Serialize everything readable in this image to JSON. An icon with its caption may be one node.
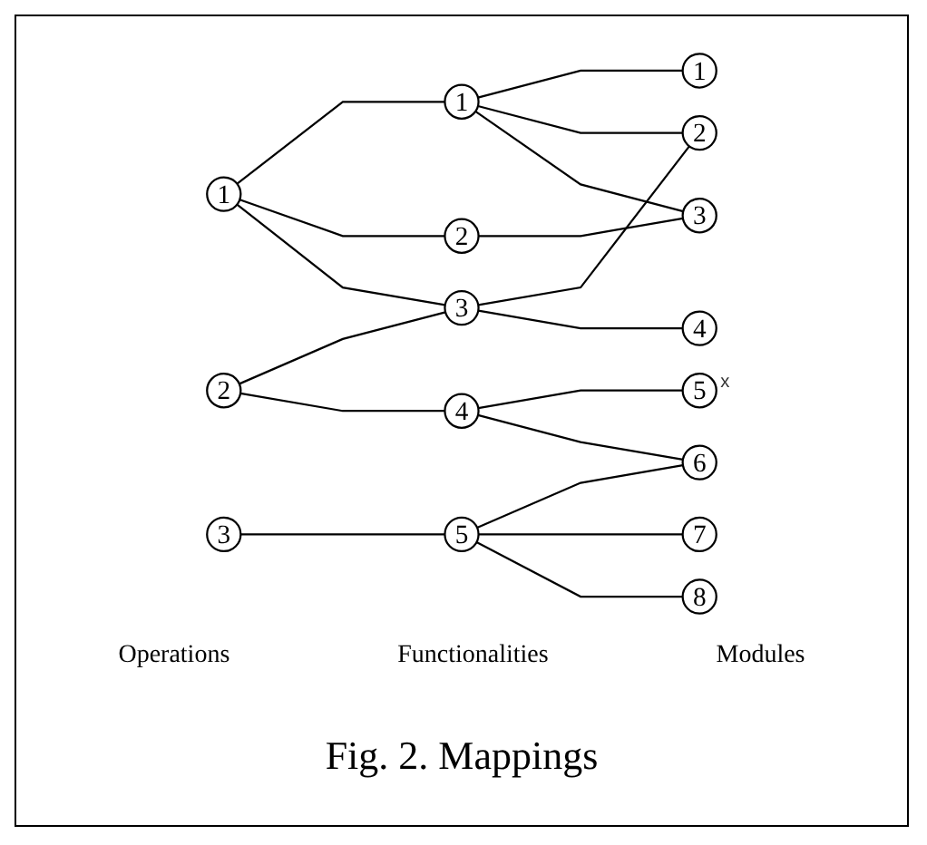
{
  "diagram": {
    "caption": "Fig. 2. Mappings",
    "nodes": [
      {
        "text": [
          "1"
        ]
      },
      {
        "text": [
          "2"
        ]
      },
      {
        "text": [
          "3"
        ]
      },
      {
        "text": [
          "1"
        ]
      },
      {
        "text": [
          "2"
        ]
      },
      {
        "text": [
          "3"
        ]
      },
      {
        "text": [
          "4"
        ]
      },
      {
        "text": [
          "5"
        ]
      },
      {
        "text": [
          "1"
        ]
      },
      {
        "text": [
          "2"
        ]
      },
      {
        "text": [
          "3"
        ]
      },
      {
        "text": [
          "4"
        ]
      },
      {
        "text": [
          "5"
        ],
        "beside": [
          "x"
        ]
      },
      {
        "text": [
          "6"
        ]
      },
      {
        "text": [
          "7"
        ]
      },
      {
        "text": [
          "8"
        ]
      }
    ],
    "edges": [
      {
        "from": 0,
        "to": 3,
        "arrow": "none"
      },
      {
        "from": 0,
        "to": 4,
        "arrow": "none"
      },
      {
        "from": 0,
        "to": 5,
        "arrow": "none"
      },
      {
        "from": 1,
        "to": 5,
        "arrow": "none"
      },
      {
        "from": 1,
        "to": 6,
        "arrow": "none"
      },
      {
        "from": 2,
        "to": 7,
        "arrow": "none"
      },
      {
        "from": 3,
        "to": 8,
        "arrow": "none"
      },
      {
        "from": 3,
        "to": 9,
        "arrow": "none"
      },
      {
        "from": 3,
        "to": 10,
        "arrow": "none"
      },
      {
        "from": 4,
        "to": 10,
        "arrow": "none"
      },
      {
        "from": 5,
        "to": 9,
        "arrow": "none"
      },
      {
        "from": 5,
        "to": 11,
        "arrow": "none"
      },
      {
        "from": 6,
        "to": 12,
        "arrow": "none"
      },
      {
        "from": 6,
        "to": 13,
        "arrow": "none"
      },
      {
        "from": 7,
        "to": 13,
        "arrow": "none"
      },
      {
        "from": 7,
        "to": 14,
        "arrow": "none"
      },
      {
        "from": 7,
        "to": 15,
        "arrow": "none"
      }
    ],
    "labels": [
      "Operations",
      "Functionalities",
      "Modules"
    ]
  }
}
